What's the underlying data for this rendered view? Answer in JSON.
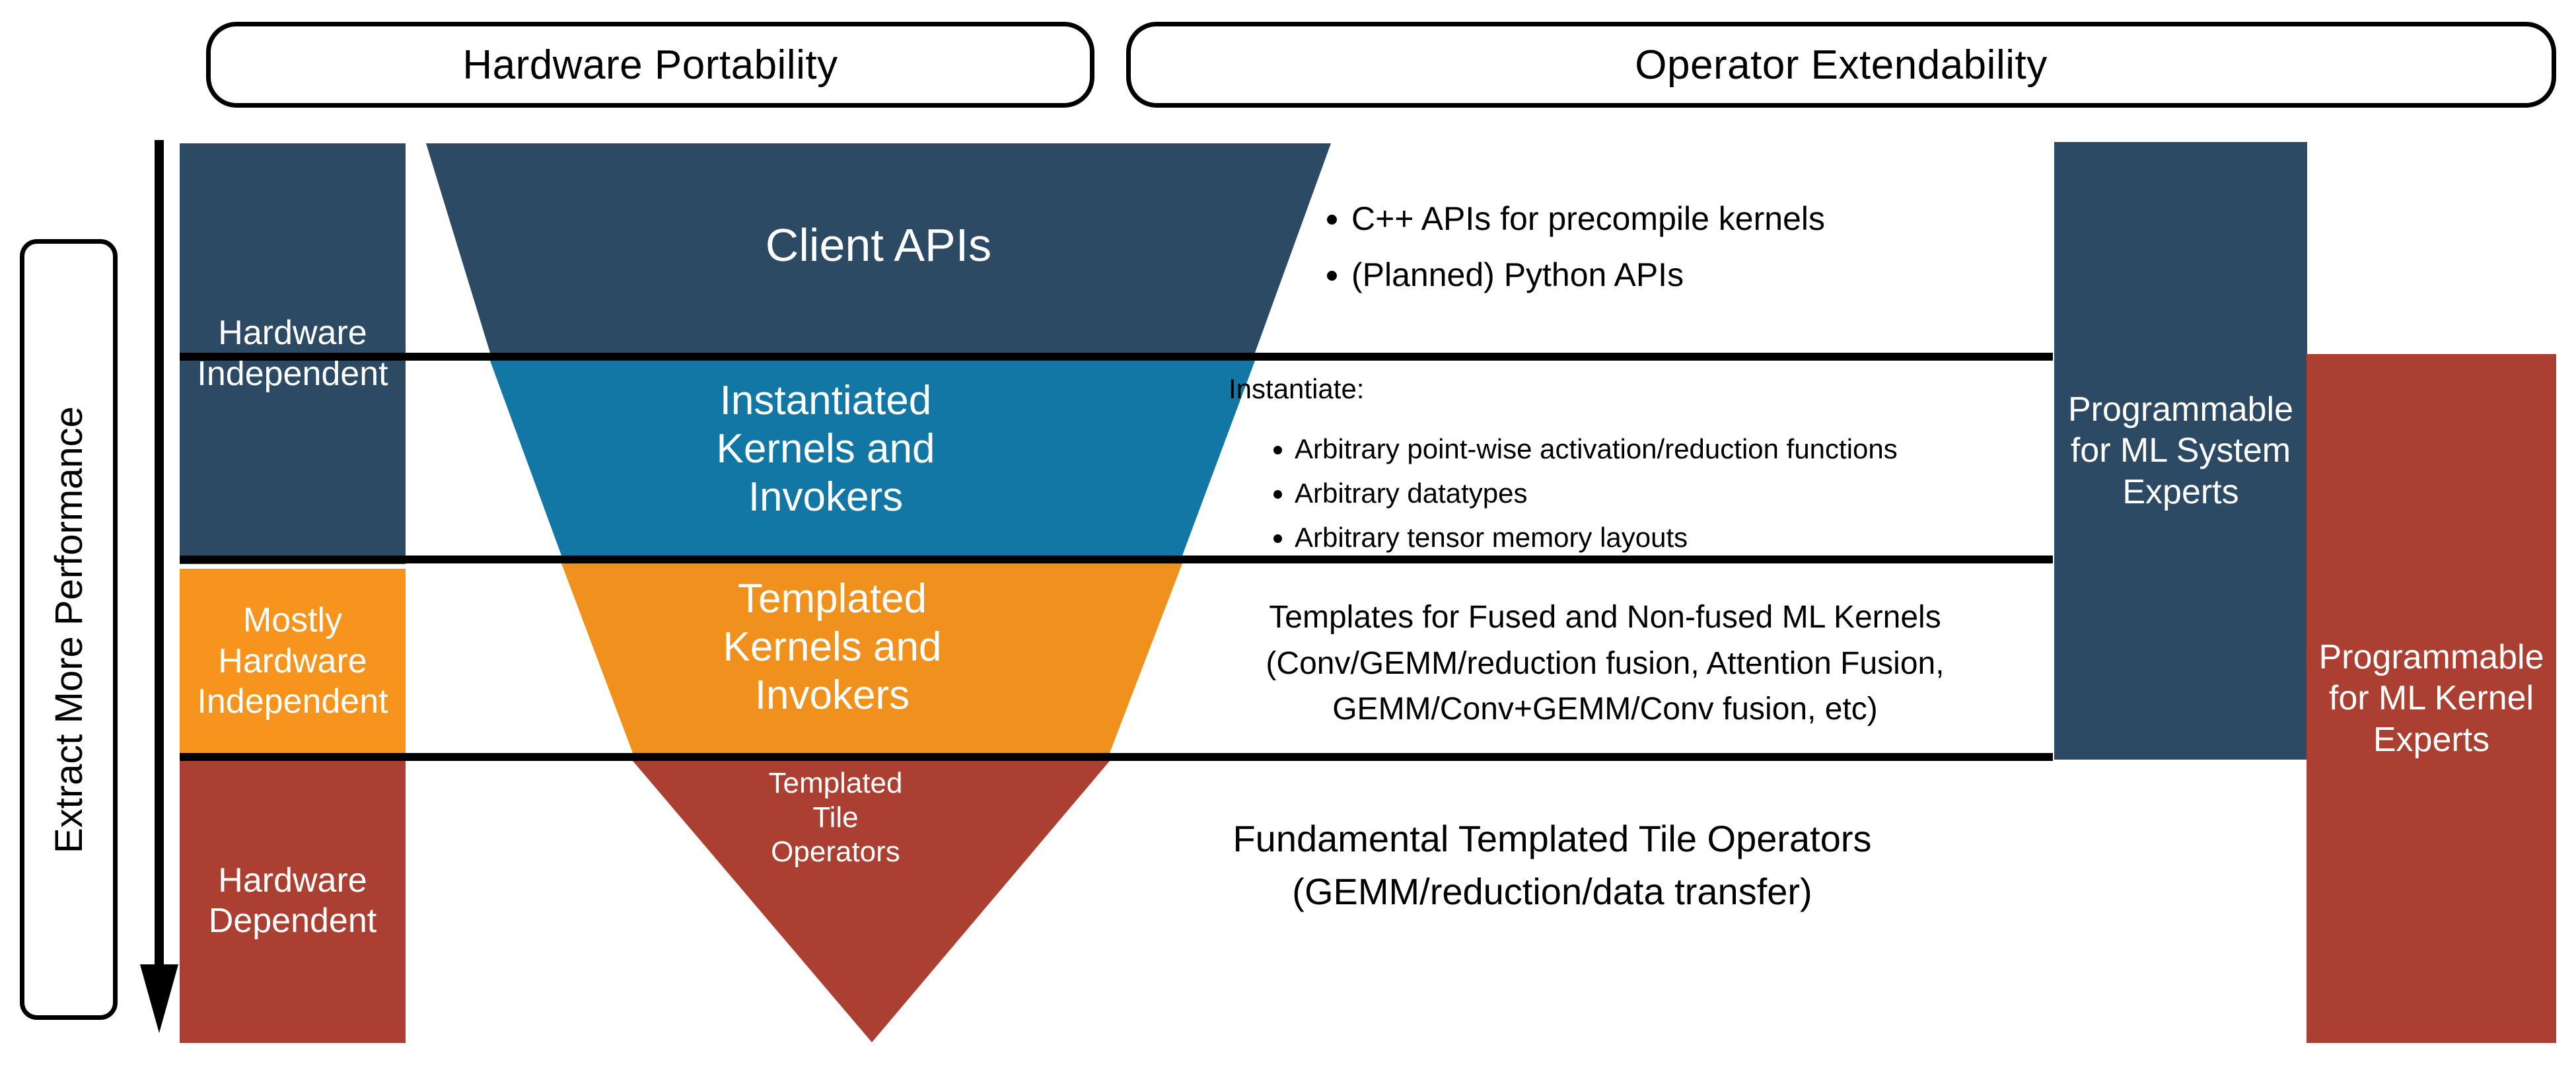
{
  "headers": {
    "hardware_portability": "Hardware Portability",
    "operator_extendability": "Operator Extendability"
  },
  "axis": {
    "performance_label": "Extract More Performance",
    "arrow_direction": "down"
  },
  "levels": [
    {
      "id": "hardware-independent",
      "label": "Hardware\nIndependent",
      "color": "#2c4a63"
    },
    {
      "id": "mostly-hardware-independent",
      "label": "Mostly\nHardware\nIndependent",
      "color": "#f7941d"
    },
    {
      "id": "hardware-dependent",
      "label": "Hardware\nDependent",
      "color": "#ab3f31"
    }
  ],
  "funnel": {
    "layers": [
      {
        "id": "client-apis",
        "label": "Client APIs",
        "color": "#2c4a63"
      },
      {
        "id": "instantiated-kernels-and-invokers",
        "label": "Instantiated\nKernels and\nInvokers",
        "color": "#1277a4"
      },
      {
        "id": "templated-kernels-and-invokers",
        "label": "Templated\nKernels and\nInvokers",
        "color": "#f0901d"
      },
      {
        "id": "templated-tile-operators",
        "label": "Templated\nTile\nOperators",
        "color": "#ab3f31"
      }
    ]
  },
  "descriptions": {
    "client_apis": {
      "bullets": [
        "C++ APIs for precompile kernels",
        "(Planned) Python APIs"
      ]
    },
    "instantiated": {
      "lead": "Instantiate:",
      "bullets": [
        "Arbitrary point-wise activation/reduction functions",
        "Arbitrary datatypes",
        "Arbitrary tensor memory layouts"
      ]
    },
    "templated": {
      "lines": [
        "Templates for Fused and Non-fused ML Kernels",
        "(Conv/GEMM/reduction fusion, Attention Fusion,",
        "GEMM/Conv+GEMM/Conv fusion, etc)"
      ]
    },
    "fundamental": {
      "lines": [
        "Fundamental Templated Tile Operators",
        "(GEMM/reduction/data transfer)"
      ]
    }
  },
  "audiences": [
    {
      "id": "ml-system-experts",
      "label": "Programmable\nfor ML System\nExperts",
      "color": "#2c4a63"
    },
    {
      "id": "ml-kernel-experts",
      "label": "Programmable\nfor ML Kernel\nExperts",
      "color": "#ab3f31"
    }
  ],
  "colors": {
    "dark_blue": "#2c4a63",
    "mid_blue": "#1277a4",
    "orange": "#f0901d",
    "bright_orange": "#f7941d",
    "red": "#ab3f31",
    "black": "#000000",
    "white": "#ffffff"
  }
}
